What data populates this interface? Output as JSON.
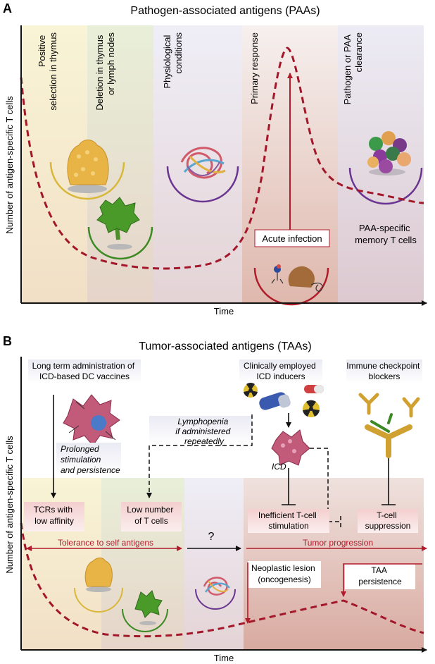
{
  "panel_a": {
    "letter": "A",
    "title": "Pathogen-associated antigens (PAAs)",
    "ylabel": "Number of antigen-specific T cells",
    "xlabel": "Time",
    "stages": [
      {
        "lines": [
          "Positive",
          "selection in thymus"
        ]
      },
      {
        "lines": [
          "Deletion in thymus",
          "or lymph nodes"
        ]
      },
      {
        "lines": [
          "Physiological",
          "conditions"
        ]
      },
      {
        "lines": [
          "Primary response"
        ]
      },
      {
        "lines": [
          "Pathogen or PAA",
          "clearance"
        ]
      }
    ],
    "acute_infection": "Acute infection",
    "memory_label": [
      "PAA-specific",
      "memory T cells"
    ]
  },
  "panel_b": {
    "letter": "B",
    "title": "Tumor-associated antigens (TAAs)",
    "ylabel": "Number of antigen-specific T cells",
    "xlabel": "Time",
    "dc_vaccines": [
      "Long term administration of",
      "ICD-based DC vaccines"
    ],
    "icd_inducers": [
      "Clinically employed",
      "ICD inducers"
    ],
    "checkpoint": [
      "Immune checkpoint",
      "blockers"
    ],
    "lymphopenia": [
      "Lymphopenia",
      "if administered",
      "repeatedly"
    ],
    "prolonged": [
      "Prolonged",
      "stimulation",
      "and persistence"
    ],
    "icd_label": "ICD",
    "box_tcr": [
      "TCRs with",
      "low affinity"
    ],
    "box_low": [
      "Low number",
      "of T cells"
    ],
    "box_ineff": [
      "Inefficient T-cell",
      "stimulation"
    ],
    "box_supp": [
      "T-cell",
      "suppression"
    ],
    "question": "?",
    "tolerance": "Tolerance to self antigens",
    "progression": "Tumor progression",
    "neoplastic": [
      "Neoplastic lesion",
      "(oncogenesis)"
    ],
    "taa_persist": [
      "TAA",
      "persistence"
    ]
  },
  "colors": {
    "curve": "#a3172a",
    "arrow_red": "#b01c2c",
    "yellow_band": "#f5ecb8",
    "green_band": "#dfe8cc",
    "lavender_band": "#e3e1ef",
    "rose_band": "#ead4cf",
    "icon_yellow": "#e8b445",
    "icon_green": "#3d8a25",
    "icon_pink": "#c25a7a"
  },
  "icons": [
    "thymus-cells-icon",
    "dendritic-cell-icon",
    "tangled-tcr-icon",
    "pathogen-icon",
    "apoptotic-cluster-icon",
    "vial-icon",
    "radiation-icon",
    "antibody-icon"
  ]
}
